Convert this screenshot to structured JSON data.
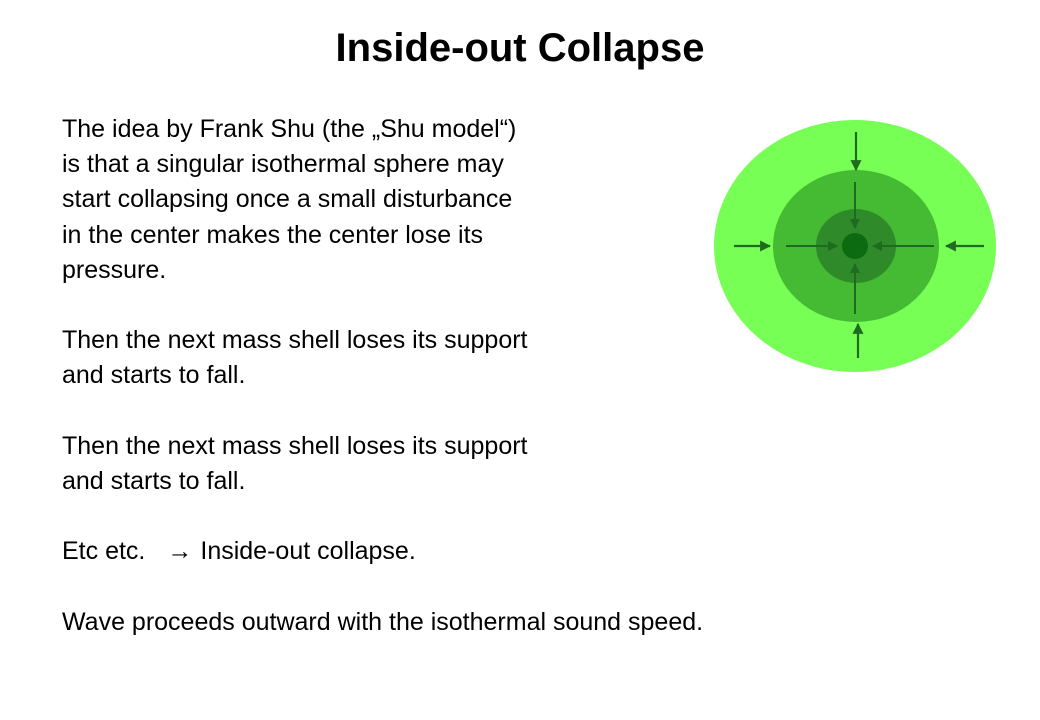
{
  "slide": {
    "title": "Inside-out Collapse",
    "paragraphs": {
      "intro": [
        "The idea by Frank Shu (the „Shu model“)",
        "is that a singular isothermal sphere may",
        "start collapsing once a small disturbance",
        "in the center makes the center lose its",
        "pressure."
      ],
      "shell_1": [
        "Then the next mass shell loses its support",
        "and starts to fall."
      ],
      "shell_2": [
        "Then the next mass shell loses its support",
        "and starts to fall."
      ],
      "etc_lead": "Etc etc.",
      "etc_arrow": "→",
      "etc_rest": "Inside-out collapse.",
      "wave": "Wave proceeds outward with the isothermal sound speed."
    }
  },
  "diagram": {
    "colors": {
      "outer_shell": "#77ff55",
      "middle_shell": "#44bb33",
      "inner_shell": "#2f8a2a",
      "core": "#0c6a10",
      "arrows": "#1f6b1f"
    },
    "icons": [
      "arrow-down-icon",
      "arrow-up-icon",
      "arrow-right-icon",
      "arrow-left-icon"
    ]
  }
}
